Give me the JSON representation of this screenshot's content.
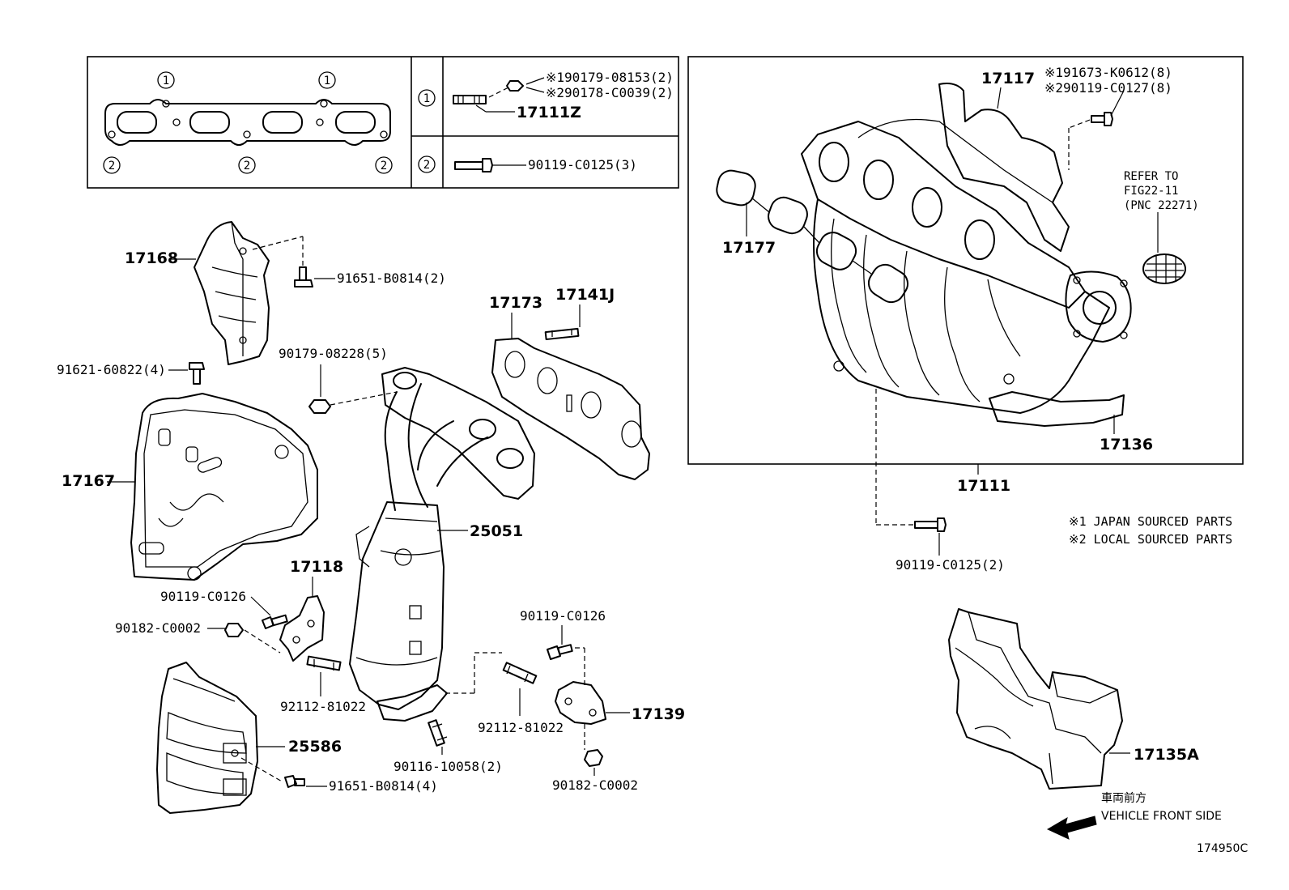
{
  "legend_box": {
    "row1_circle": "1",
    "row1_nut_1": "※190179-08153(2)",
    "row1_nut_2": "※290178-C0039(2)",
    "row1_stud": "17111Z",
    "row2_circle": "2",
    "row2_bolt": "90119-C0125(3)",
    "gasket_marks": [
      "1",
      "1",
      "2",
      "2",
      "2"
    ]
  },
  "intake_box": {
    "p17117": "17117",
    "bolt_1": "※191673-K0612(8)",
    "bolt_2": "※290119-C0127(8)",
    "refer_1": "REFER TO",
    "refer_2": "FIG22-11",
    "refer_3": "(PNC 22271)",
    "p17177": "17177",
    "p17136": "17136"
  },
  "labels": {
    "p17111": "17111",
    "bolt_90119_c0125_2": "90119-C0125(2)",
    "note_1": "※1 JAPAN SOURCED PARTS",
    "note_2": "※2 LOCAL SOURCED PARTS",
    "p17168": "17168",
    "bolt_91651_b0814_2": "91651-B0814(2)",
    "p17173": "17173",
    "p17141j": "17141J",
    "bolt_91621_60822_4": "91621-60822(4)",
    "nut_90179_08228_5": "90179-08228(5)",
    "p17167": "17167",
    "p25051": "25051",
    "p17118": "17118",
    "bolt_90119_c0126_a": "90119-C0126",
    "nut_90182_c0002_a": "90182-C0002",
    "bolt_90119_c0126_b": "90119-C0126",
    "p17139": "17139",
    "stud_92112_81022_a": "92112-81022",
    "stud_92112_81022_b": "92112-81022",
    "p25586": "25586",
    "stud_90116_10058_2": "90116-10058(2)",
    "bolt_91651_b0814_4": "91651-B0814(4)",
    "nut_90182_c0002_b": "90182-C0002",
    "p17135a": "17135A",
    "front_jp": "車両前方",
    "front_en": "VEHICLE FRONT SIDE",
    "fig_id": "174950C"
  }
}
